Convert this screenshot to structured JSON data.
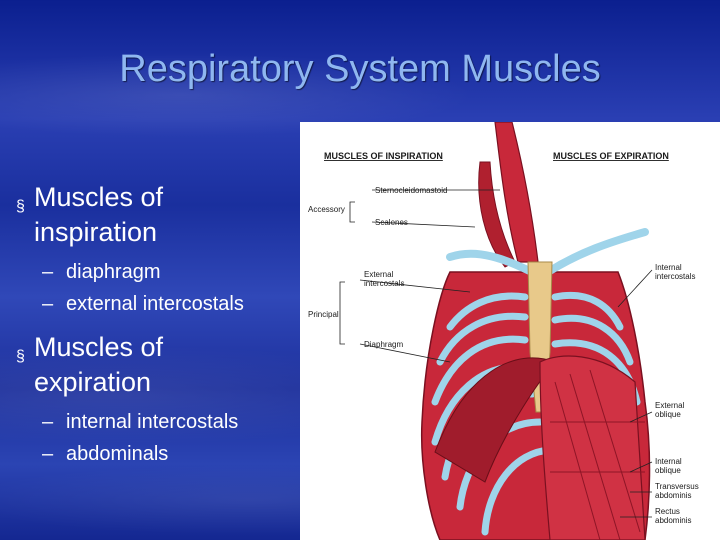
{
  "slide": {
    "title": "Respiratory System Muscles",
    "bullets": [
      {
        "text_line1": "Muscles of",
        "text_line2": "inspiration",
        "subitems": [
          "diaphragm",
          "external intercostals"
        ]
      },
      {
        "text_line1": "Muscles of",
        "text_line2": "expiration",
        "subitems": [
          "internal intercostals",
          "abdominals"
        ]
      }
    ],
    "bullet_marker": "§",
    "dash": "–"
  },
  "figure": {
    "heading_inspiration": "MUSCLES OF INSPIRATION",
    "heading_expiration": "MUSCLES OF EXPIRATION",
    "labels_left": {
      "sternocleidomastoid": "Sternocleidomastoid",
      "accessory": "Accessory",
      "scalenes": "Scalenes",
      "external_intercostals_1": "External",
      "external_intercostals_2": "intercostals",
      "principal": "Principal",
      "diaphragm": "Diaphragm"
    },
    "labels_right": {
      "internal_intercostals_1": "Internal",
      "internal_intercostals_2": "intercostals",
      "external_oblique_1": "External",
      "external_oblique_2": "oblique",
      "internal_oblique_1": "Internal",
      "internal_oblique_2": "oblique",
      "transversus_1": "Transversus",
      "transversus_2": "abdominis",
      "rectus_1": "Rectus",
      "rectus_2": "abdominis"
    },
    "colors": {
      "muscle": "#c8283a",
      "muscle_dark": "#8e1526",
      "bone": "#9fd4ea",
      "sternum": "#e8c98a"
    }
  }
}
